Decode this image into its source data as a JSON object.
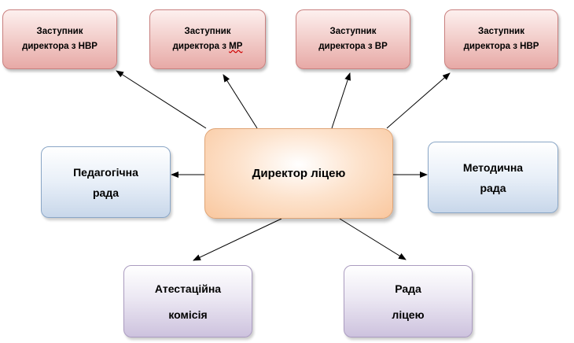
{
  "director": {
    "label": "Директор ліцею"
  },
  "deputies": [
    {
      "line1": "Заступник",
      "line2": "директора з НВР"
    },
    {
      "line1": "Заступник",
      "line2_pre": "директора з ",
      "line2_wavy": "МР"
    },
    {
      "line1": "Заступник",
      "line2": "директора з ВР"
    },
    {
      "line1": "Заступник",
      "line2": "директора з НВР"
    }
  ],
  "councils": {
    "pedagogical": {
      "line1": "Педагогічна",
      "line2": "рада"
    },
    "methodical": {
      "line1": "Методична",
      "line2": "рада"
    }
  },
  "bottom": {
    "attestation": {
      "line1": "Атестаційна",
      "line2": "комісія"
    },
    "lyceum_council": {
      "line1": "Рада",
      "line2": "ліцею"
    }
  },
  "colors": {
    "deputy_fill": "#f1c9c6",
    "council_fill": "#e8eff8",
    "bottom_fill": "#ece8f3",
    "director_fill": "#fde3cd",
    "arrow": "#000000"
  }
}
